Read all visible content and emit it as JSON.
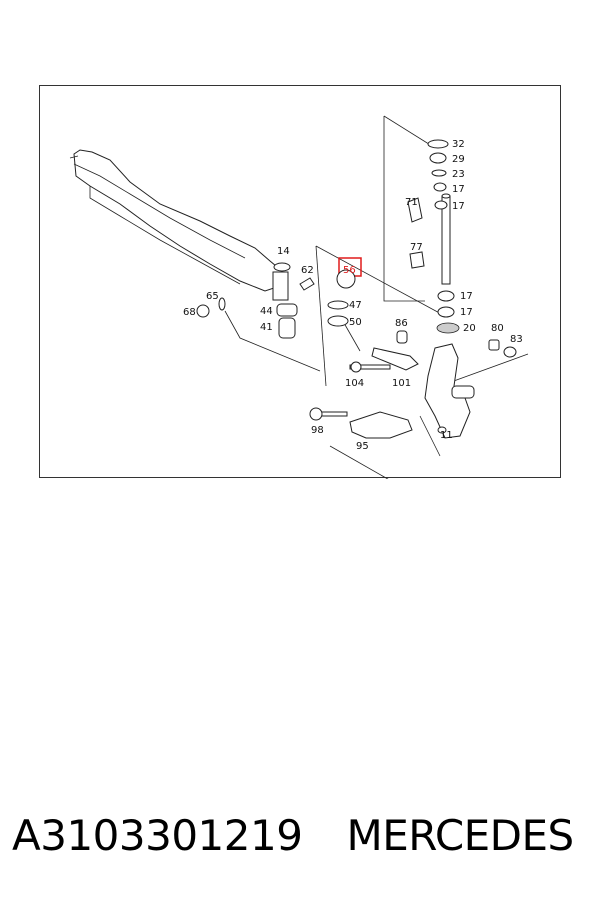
{
  "diagram": {
    "highlighted_part": "56",
    "callouts": [
      "32",
      "29",
      "23",
      "17",
      "17",
      "71",
      "77",
      "14",
      "62",
      "56",
      "65",
      "68",
      "44",
      "41",
      "47",
      "50",
      "86",
      "17",
      "17",
      "20",
      "80",
      "83",
      "104",
      "101",
      "98",
      "95",
      "11"
    ]
  },
  "caption": {
    "part_number": "A3103301219",
    "brand": "MERCEDES"
  }
}
